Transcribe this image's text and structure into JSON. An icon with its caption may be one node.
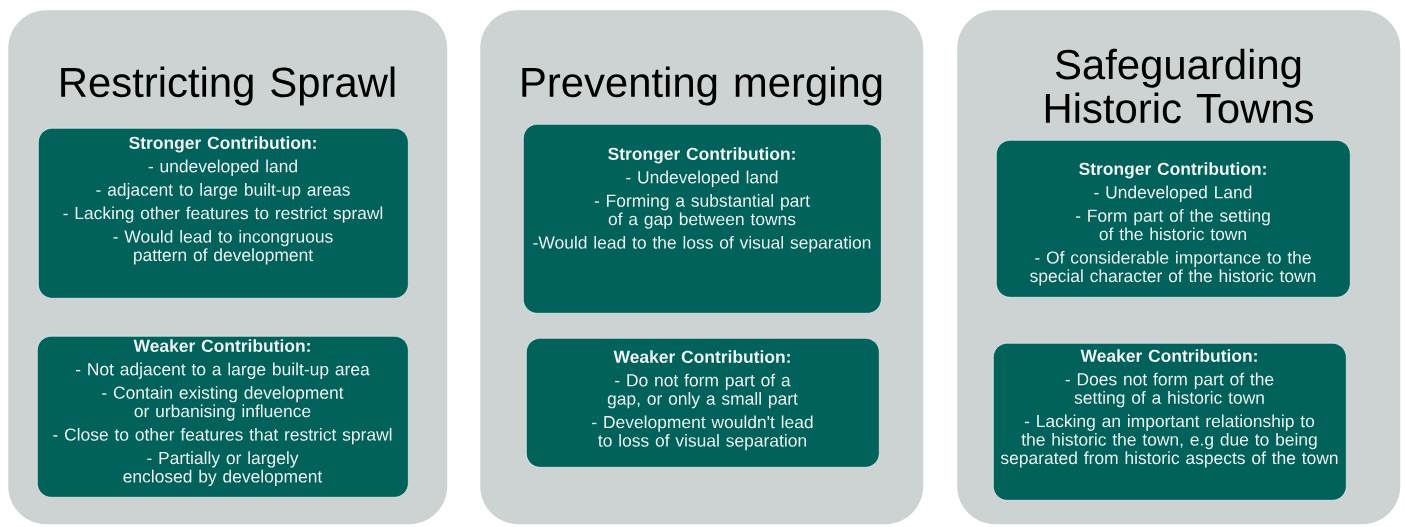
{
  "diagram": {
    "nodes": [
      {
        "text": [
          "Restricting Sprawl"
        ]
      },
      {
        "text": [
          "Stronger Contribution:",
          "- undeveloped land",
          "- adjacent to large built-up areas",
          "- Lacking other features to restrict sprawl",
          "- Would lead to incongruous pattern of development"
        ],
        "in": 0
      },
      {
        "text": [
          "Weaker Contribution:",
          "- Not adjacent to a large built-up area",
          "- Contain existing development or urbanising influence",
          "- Close to other features that restrict sprawl",
          "- Partially or largely enclosed by development"
        ],
        "in": 0
      },
      {
        "text": [
          "Preventing merging"
        ]
      },
      {
        "text": [
          "Stronger Contribution:",
          "- Undeveloped land",
          "- Forming a substantial part of a gap between towns",
          "-Would lead to the loss of visual separation"
        ],
        "in": 3
      },
      {
        "text": [
          "Weaker Contribution:",
          "- Do not form part of a gap, or only a small part",
          "- Development wouldn't lead to loss of visual separation"
        ],
        "in": 3
      },
      {
        "text": [
          "Safeguarding Historic Towns"
        ]
      },
      {
        "text": [
          "Stronger Contribution:",
          "- Undeveloped Land",
          "- Form part of the setting of the historic town",
          "- Of considerable importance to the special character of the historic town"
        ],
        "in": 6
      },
      {
        "text": [
          "Weaker Contribution:",
          "- Does not form part of the setting of a historic town",
          "- Lacking an important relationship to the historic the town, e.g due to being separated from historic aspects of the town"
        ],
        "in": 6
      }
    ]
  }
}
